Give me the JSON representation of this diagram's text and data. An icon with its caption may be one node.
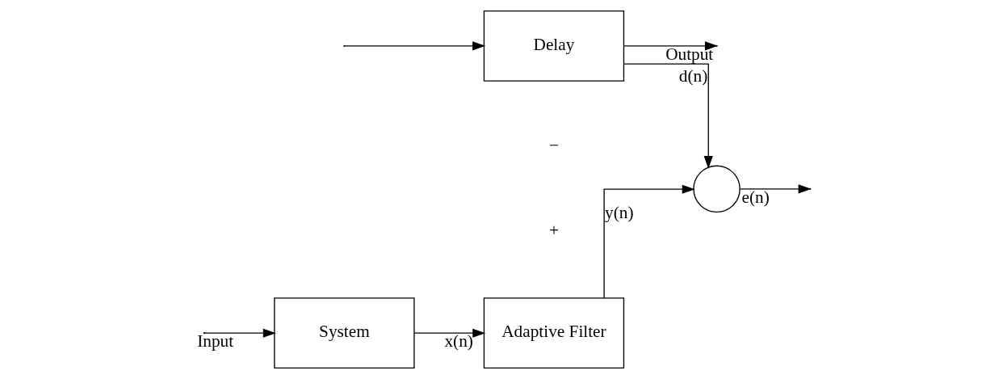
{
  "diagram": {
    "nodes": [
      {
        "text": [
          "System"
        ]
      },
      {
        "text": [
          "Adaptive Filter"
        ]
      },
      {
        "text": [
          "Delay"
        ]
      },
      {
        "text": [],
        "shape": "circle"
      }
    ],
    "edges": [
      {
        "from": null,
        "to": 0,
        "arrow": "to",
        "label": "Input"
      },
      {
        "from": null,
        "to": 2,
        "arrow": "to"
      },
      {
        "from": 0,
        "to": 1,
        "arrow": "to",
        "label": "x(n)"
      },
      {
        "from": 1,
        "to": 3,
        "arrow": "to",
        "label": "y(n)"
      },
      {
        "from": 3,
        "to": null,
        "arrow": "to",
        "label": "e(n)"
      },
      {
        "from": 2,
        "to": 3,
        "arrow": "to",
        "label": "d(n)"
      },
      {
        "from": 2,
        "to": null,
        "arrow": "to",
        "label": "Output"
      }
    ],
    "labels": [
      "−",
      "+"
    ]
  }
}
